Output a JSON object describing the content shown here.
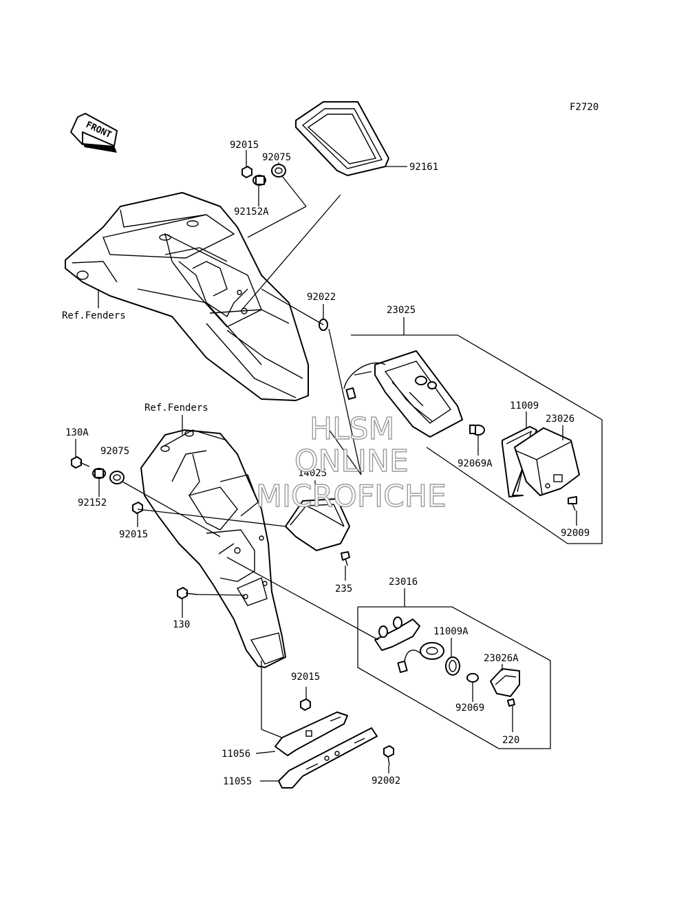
{
  "figure_code": "F2720",
  "front_arrow_label": "FRONT",
  "watermark": {
    "line1": "HLSM",
    "line2": "ONLINE",
    "line3": "MICROFICHE"
  },
  "labels": {
    "l_92015_top": "92015",
    "l_92075_top": "92075",
    "l_92152A": "92152A",
    "l_92161": "92161",
    "l_ref_fenders_top": "Ref.Fenders",
    "l_92022": "92022",
    "l_23025": "23025",
    "l_11009": "11009",
    "l_23026": "23026",
    "l_92069A": "92069A",
    "l_92009": "92009",
    "l_ref_fenders_mid": "Ref.Fenders",
    "l_130A": "130A",
    "l_92075_mid": "92075",
    "l_92152": "92152",
    "l_92015_mid": "92015",
    "l_14025": "14025",
    "l_235": "235",
    "l_23016": "23016",
    "l_11009A": "11009A",
    "l_23026A": "23026A",
    "l_130": "130",
    "l_92069": "92069",
    "l_220": "220",
    "l_92015_bot": "92015",
    "l_11056": "11056",
    "l_11055": "11055",
    "l_92002": "92002"
  }
}
